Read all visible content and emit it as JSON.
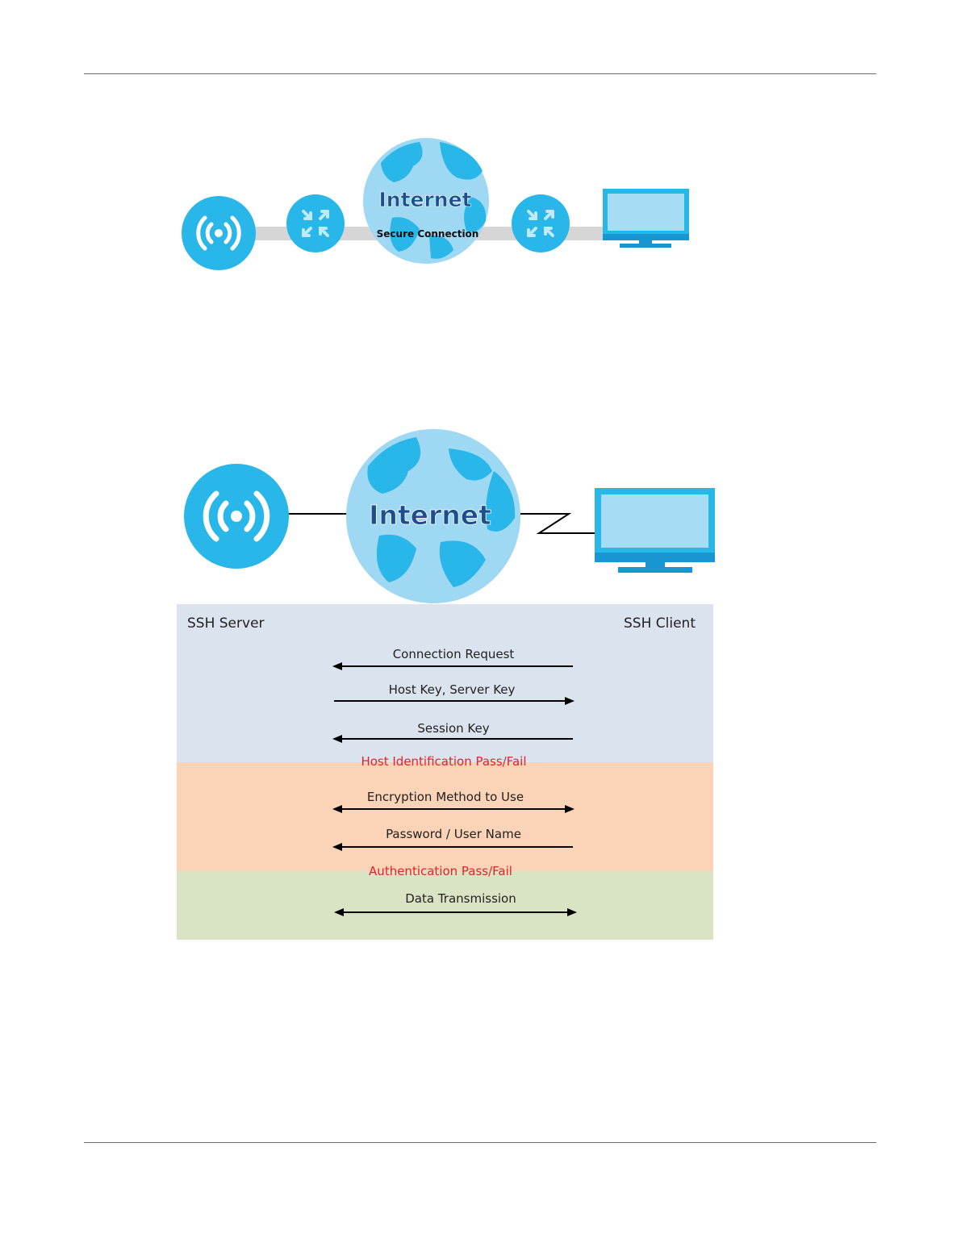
{
  "figure1": {
    "internet_label": "Internet",
    "tunnel_label": "Secure Connection",
    "icons": [
      "wireless-ap-icon",
      "router-icon",
      "globe-icon",
      "router-icon",
      "monitor-icon"
    ]
  },
  "figure2": {
    "internet_label": "Internet",
    "server_label": "SSH Server",
    "client_label": "SSH Client",
    "icons": [
      "wireless-ap-icon",
      "globe-icon",
      "monitor-icon"
    ],
    "messages": [
      {
        "label": "Connection Request",
        "direction": "to-server"
      },
      {
        "label": "Host Key, Server Key",
        "direction": "to-client"
      },
      {
        "label": "Session Key",
        "direction": "to-server"
      },
      {
        "label": "Encryption Method to Use",
        "direction": "both"
      },
      {
        "label": "Password / User Name",
        "direction": "to-server"
      },
      {
        "label": "Data Transmission",
        "direction": "both"
      }
    ],
    "status": [
      {
        "label": "Host Identification Pass/Fail"
      },
      {
        "label": "Authentication Pass/Fail"
      }
    ],
    "colors": {
      "stage1": "#dbe3ef",
      "stage2": "#fbd3b6",
      "stage3": "#d8e4c4",
      "status_text": "#e8202a",
      "icon_blue": "#29b6e8",
      "globe_light": "#9ed8f2"
    }
  }
}
